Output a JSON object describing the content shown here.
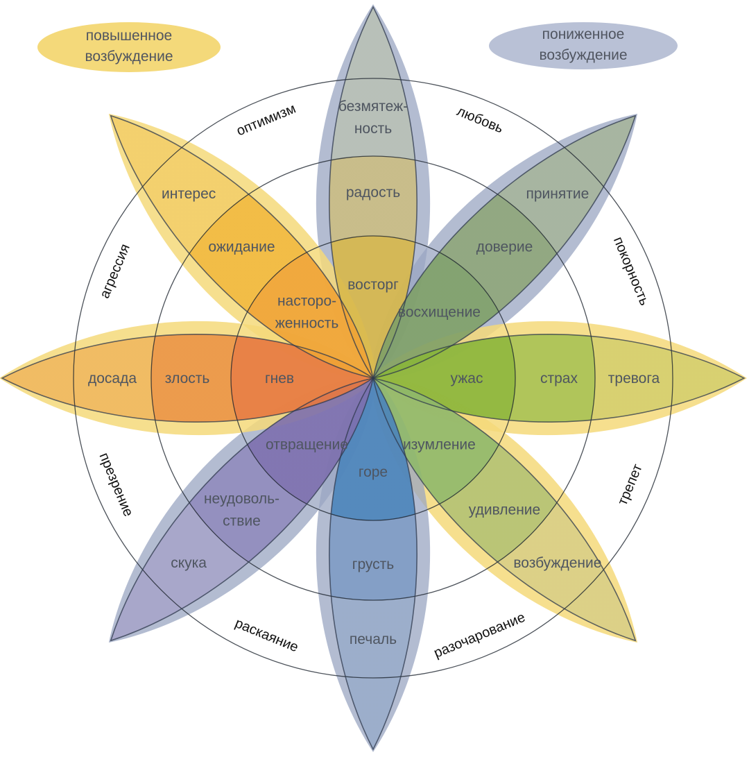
{
  "colors": {
    "background": "#ffffff",
    "outline": "#2f3a4d",
    "high_arousal_halo": "#f4d97a",
    "low_arousal_halo": "#9aa6c2",
    "label": "#4e5560",
    "dyad_label": "#111111"
  },
  "legend": {
    "high_arousal": {
      "line1": "повышенное",
      "line2": "возбуждение"
    },
    "low_arousal": {
      "line1": "пониженное",
      "line2": "возбуждение"
    }
  },
  "petals": [
    {
      "angle": -90,
      "halo": "low",
      "outer_color": "#b9c0b6",
      "middle_color": "#cbbd83",
      "inner_color": "#d8b84a",
      "labels": {
        "outer1": "безмятеж-",
        "outer2": "ность",
        "middle": "радость",
        "inner": "восторг"
      }
    },
    {
      "angle": -45,
      "halo": "low",
      "outer_color": "#a6b49c",
      "middle_color": "#8fa679",
      "inner_color": "#7fa067",
      "labels": {
        "outer": "принятие",
        "middle": "доверие",
        "inner": "восхищение"
      }
    },
    {
      "angle": 0,
      "halo": "high",
      "outer_color": "#d5cf6e",
      "middle_color": "#a8c254",
      "inner_color": "#89b53a",
      "labels": {
        "outer": "тревога",
        "middle": "страх",
        "inner": "ужас"
      }
    },
    {
      "angle": 45,
      "halo": "high",
      "outer_color": "#d9cf86",
      "middle_color": "#b4c274",
      "inner_color": "#8fb86b",
      "labels": {
        "outer": "возбуждение",
        "middle": "удивление",
        "inner": "изумление"
      }
    },
    {
      "angle": 90,
      "halo": "low",
      "outer_color": "#9aadca",
      "middle_color": "#7f9cc5",
      "inner_color": "#4b84bb",
      "labels": {
        "outer": "печаль",
        "middle": "грусть",
        "inner": "горе"
      }
    },
    {
      "angle": 135,
      "halo": "low",
      "outer_color": "#a7a5c9",
      "middle_color": "#918bbd",
      "inner_color": "#7d6fae",
      "labels": {
        "outer": "скука",
        "middle1": "неудоволь-",
        "middle2": "ствие",
        "inner": "отвращение"
      }
    },
    {
      "angle": 180,
      "halo": "high",
      "outer_color": "#f0b85f",
      "middle_color": "#eb9446",
      "inner_color": "#e7783f",
      "labels": {
        "outer": "досада",
        "middle": "злость",
        "inner": "гнев"
      }
    },
    {
      "angle": -135,
      "halo": "high",
      "outer_color": "#f3cf6a",
      "middle_color": "#f1b93f",
      "inner_color": "#f0a335",
      "labels": {
        "outer": "интерес",
        "middle": "ожидание",
        "inner1": "насторо-",
        "inner2": "женность"
      }
    }
  ],
  "dyads": [
    {
      "text": "оптимизм",
      "angle": -112.5
    },
    {
      "text": "любовь",
      "angle": -67.5
    },
    {
      "text": "покорность",
      "angle": -22.5
    },
    {
      "text": "трепет",
      "angle": 22.5
    },
    {
      "text": "разочарование",
      "angle": 67.5
    },
    {
      "text": "раскаяние",
      "angle": 112.5
    },
    {
      "text": "презрение",
      "angle": 157.5
    },
    {
      "text": "агрессия",
      "angle": -157.5
    }
  ]
}
